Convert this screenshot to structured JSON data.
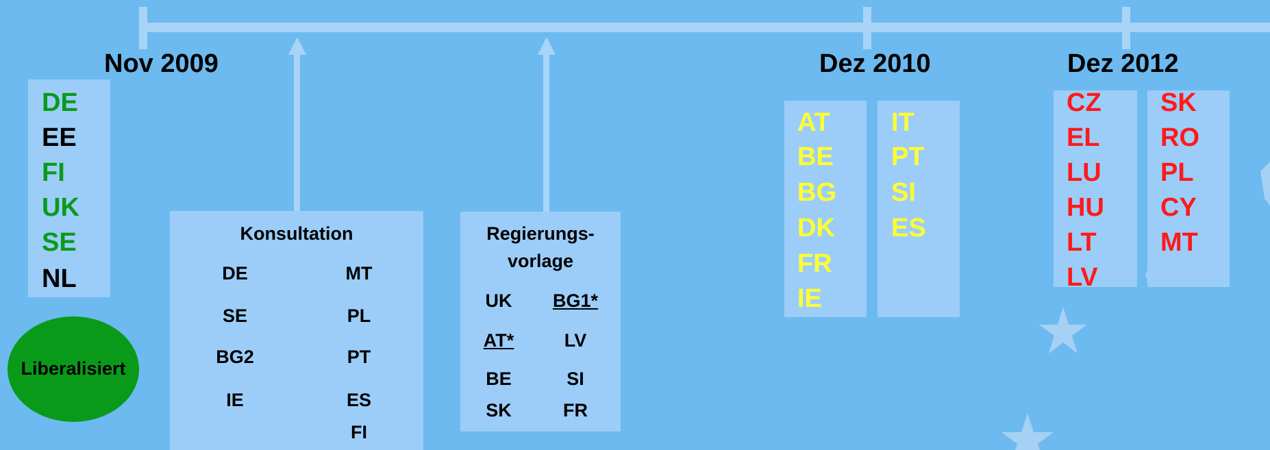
{
  "colors": {
    "background": "#6cbaf0",
    "timeline": "#a8d4f7",
    "panel": "#9ccdf8",
    "liberalized": "#0a9a1a",
    "yellow": "#ffff33",
    "red": "#ff1a1a"
  },
  "dates": {
    "nov2009": "Nov 2009",
    "dez2010": "Dez 2010",
    "dez2012": "Dez 2012"
  },
  "liberalized_list": [
    {
      "code": "DE",
      "color": "green"
    },
    {
      "code": "EE",
      "color": "black"
    },
    {
      "code": "FI",
      "color": "green"
    },
    {
      "code": "UK",
      "color": "green"
    },
    {
      "code": "SE",
      "color": "green"
    },
    {
      "code": "NL",
      "color": "black"
    }
  ],
  "legend": {
    "liberalisiert": "Liberalisiert"
  },
  "konsultation": {
    "title": "Konsultation",
    "left": [
      "DE",
      "SE",
      "BG2",
      "IE"
    ],
    "right": [
      "MT",
      "PL",
      "PT",
      "ES",
      "FI"
    ]
  },
  "regierungsvorlage": {
    "title_line1": "Regierungs-",
    "title_line2": "vorlage",
    "rows": [
      [
        "UK",
        "BG1*"
      ],
      [
        "AT*",
        "LV"
      ],
      [
        "BE",
        "SI"
      ],
      [
        "SK",
        "FR"
      ]
    ]
  },
  "dez2010_col1": [
    "AT",
    "BE",
    "BG",
    "DK",
    "FR",
    "IE"
  ],
  "dez2010_col2": [
    "IT",
    "PT",
    "SI",
    "ES"
  ],
  "dez2012_col1": [
    "CZ",
    "EL",
    "LU",
    "HU",
    "LT",
    "LV"
  ],
  "dez2012_col2": [
    "SK",
    "RO",
    "PL",
    "CY",
    "MT"
  ]
}
